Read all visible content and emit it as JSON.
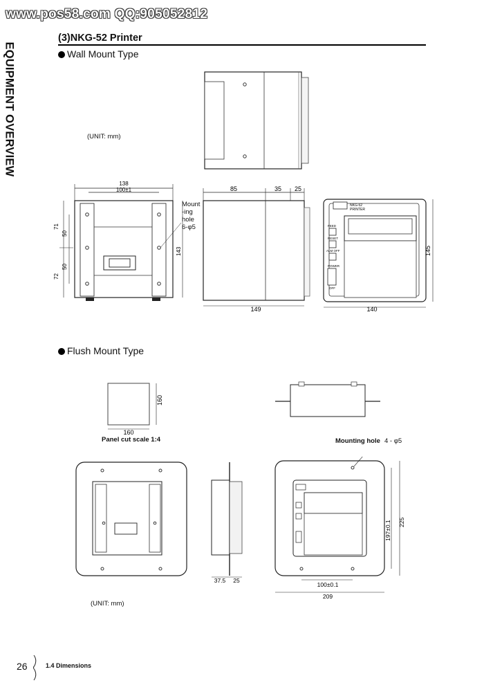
{
  "watermark": "www.pos58.com QQ:905052812",
  "side_title": "EQUIPMENT OVERVIEW",
  "section_title": "(3)NKG-52 Printer",
  "wall": {
    "subtitle": "Wall Mount Type",
    "unit": "(UNIT: mm)",
    "dims": {
      "w138": "138",
      "w100": "100±1",
      "h71": "71",
      "h50a": "50",
      "h50b": "50",
      "h72": "72",
      "h143": "143",
      "d85": "85",
      "d35": "35",
      "d25": "25",
      "d149": "149",
      "w140": "140",
      "h145": "145"
    },
    "mount_hole_lines": [
      "Mount",
      "-ing",
      "hole",
      "6-φ5"
    ],
    "printer_labels": {
      "model": "NKG-52",
      "printer": "PRINTER",
      "feed": "FEED",
      "reset": "RESET",
      "alm_off": "ALM OFF",
      "power": "POWER",
      "off": "OFF"
    }
  },
  "flush": {
    "subtitle": "Flush Mount Type",
    "unit": "(UNIT: mm)",
    "panel_cut_caption": "Panel cut scale 1:4",
    "mounting_hole_label": "Mounting hole",
    "mounting_hole_spec": "4 - φ5",
    "dims": {
      "cut160h": "160",
      "cut160w": "160",
      "d375": "37.5",
      "d25": "25",
      "w100": "100±0.1",
      "w209": "209",
      "h197": "197±0.1",
      "h225": "225"
    }
  },
  "footer": {
    "page": "26",
    "section": "1.4 Dimensions"
  }
}
